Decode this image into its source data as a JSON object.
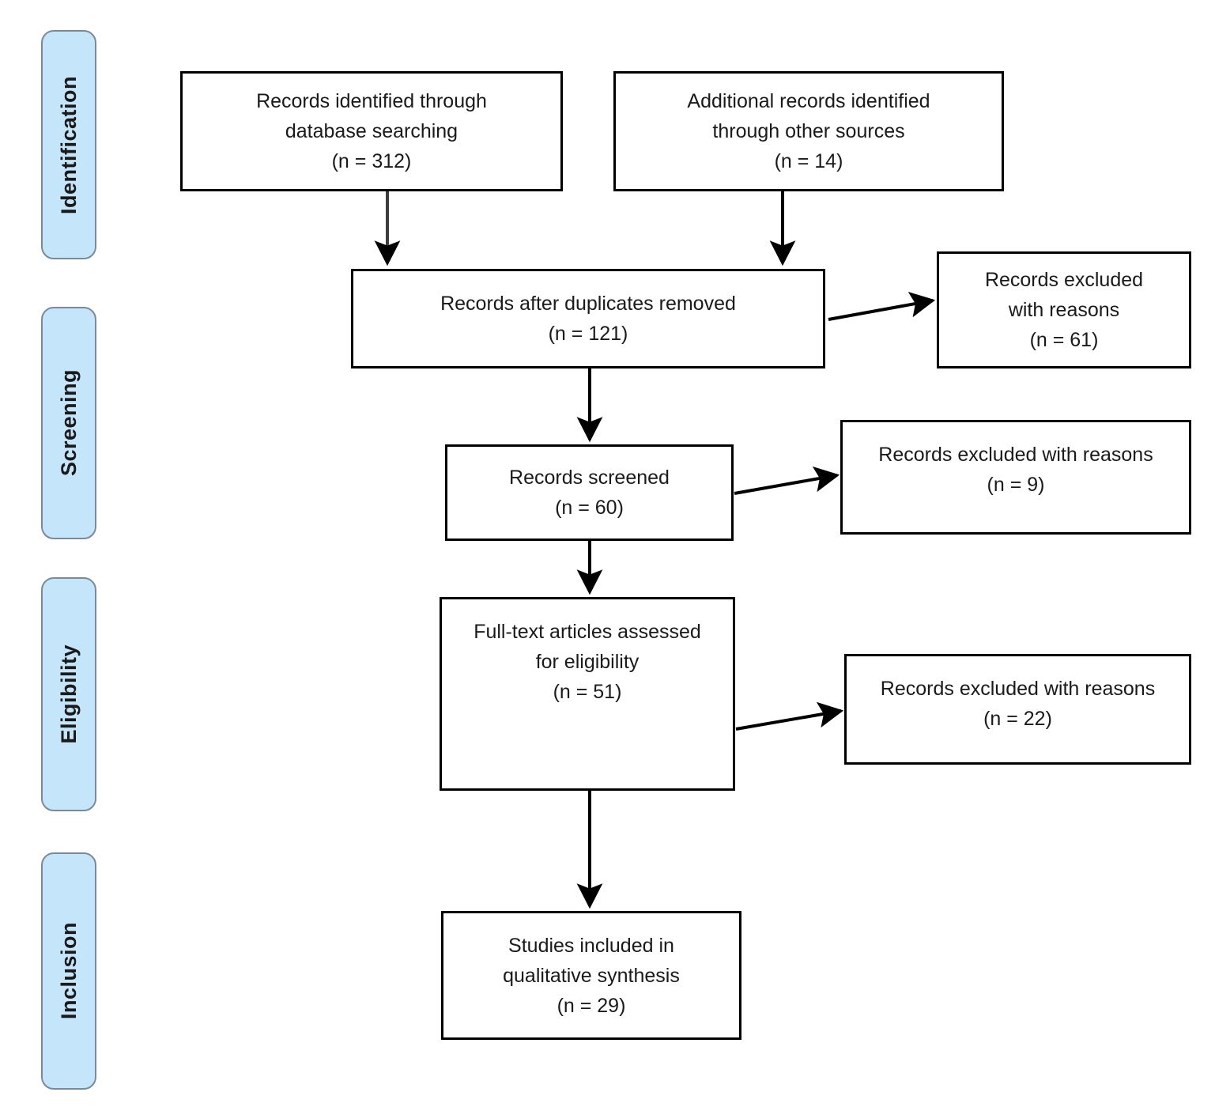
{
  "diagram": {
    "type": "PRISMA flow diagram",
    "phases": [
      {
        "label": "Identification",
        "name": "identification"
      },
      {
        "label": "Screening",
        "name": "screening"
      },
      {
        "label": "Eligibility",
        "name": "eligibility"
      },
      {
        "label": "Inclusion",
        "name": "inclusion"
      }
    ],
    "boxes": {
      "database_records": {
        "text": "Records identified through\ndatabase searching\n(n = 312)",
        "n": 312
      },
      "other_records": {
        "text": "Additional records identified\nthrough other sources\n(n = 14)",
        "n": 14
      },
      "after_duplicates": {
        "text": "Records after duplicates removed\n(n = 121)",
        "n": 121
      },
      "excluded_duplicates": {
        "text": "Records excluded\nwith reasons\n(n = 61)",
        "n": 61
      },
      "records_screened": {
        "text": "Records screened\n(n = 60)",
        "n": 60
      },
      "excluded_screening": {
        "text": "Records excluded with reasons\n(n = 9)",
        "n": 9
      },
      "fulltext_assessed": {
        "text": "Full-text articles assessed\nfor eligibility\n(n = 51)",
        "n": 51
      },
      "excluded_eligibility": {
        "text": "Records excluded with reasons\n(n = 22)",
        "n": 22
      },
      "studies_included": {
        "text": "Studies included in\nqualitative synthesis\n(n = 29)",
        "n": 29
      }
    },
    "colors": {
      "phase_fill": "#c5e6fa",
      "phase_border": "#7a8a99",
      "box_border": "#000000",
      "text": "#1a1a1a",
      "arrow": "#000000",
      "background": "#ffffff"
    }
  },
  "chart_data": {
    "type": "diagram",
    "title": "PRISMA flow diagram",
    "nodes": [
      {
        "id": "database_records",
        "phase": "Identification",
        "label": "Records identified through database searching",
        "n": 312
      },
      {
        "id": "other_records",
        "phase": "Identification",
        "label": "Additional records identified through other sources",
        "n": 14
      },
      {
        "id": "after_duplicates",
        "phase": "Screening",
        "label": "Records after duplicates removed",
        "n": 121
      },
      {
        "id": "excluded_duplicates",
        "phase": "Screening",
        "label": "Records excluded with reasons",
        "n": 61
      },
      {
        "id": "records_screened",
        "phase": "Screening",
        "label": "Records screened",
        "n": 60
      },
      {
        "id": "excluded_screening",
        "phase": "Screening",
        "label": "Records excluded with reasons",
        "n": 9
      },
      {
        "id": "fulltext_assessed",
        "phase": "Eligibility",
        "label": "Full-text articles assessed for eligibility",
        "n": 51
      },
      {
        "id": "excluded_eligibility",
        "phase": "Eligibility",
        "label": "Records excluded with reasons",
        "n": 22
      },
      {
        "id": "studies_included",
        "phase": "Inclusion",
        "label": "Studies included in qualitative synthesis",
        "n": 29
      }
    ],
    "edges": [
      {
        "from": "database_records",
        "to": "after_duplicates"
      },
      {
        "from": "other_records",
        "to": "after_duplicates"
      },
      {
        "from": "after_duplicates",
        "to": "excluded_duplicates"
      },
      {
        "from": "after_duplicates",
        "to": "records_screened"
      },
      {
        "from": "records_screened",
        "to": "excluded_screening"
      },
      {
        "from": "records_screened",
        "to": "fulltext_assessed"
      },
      {
        "from": "fulltext_assessed",
        "to": "excluded_eligibility"
      },
      {
        "from": "fulltext_assessed",
        "to": "studies_included"
      }
    ]
  }
}
